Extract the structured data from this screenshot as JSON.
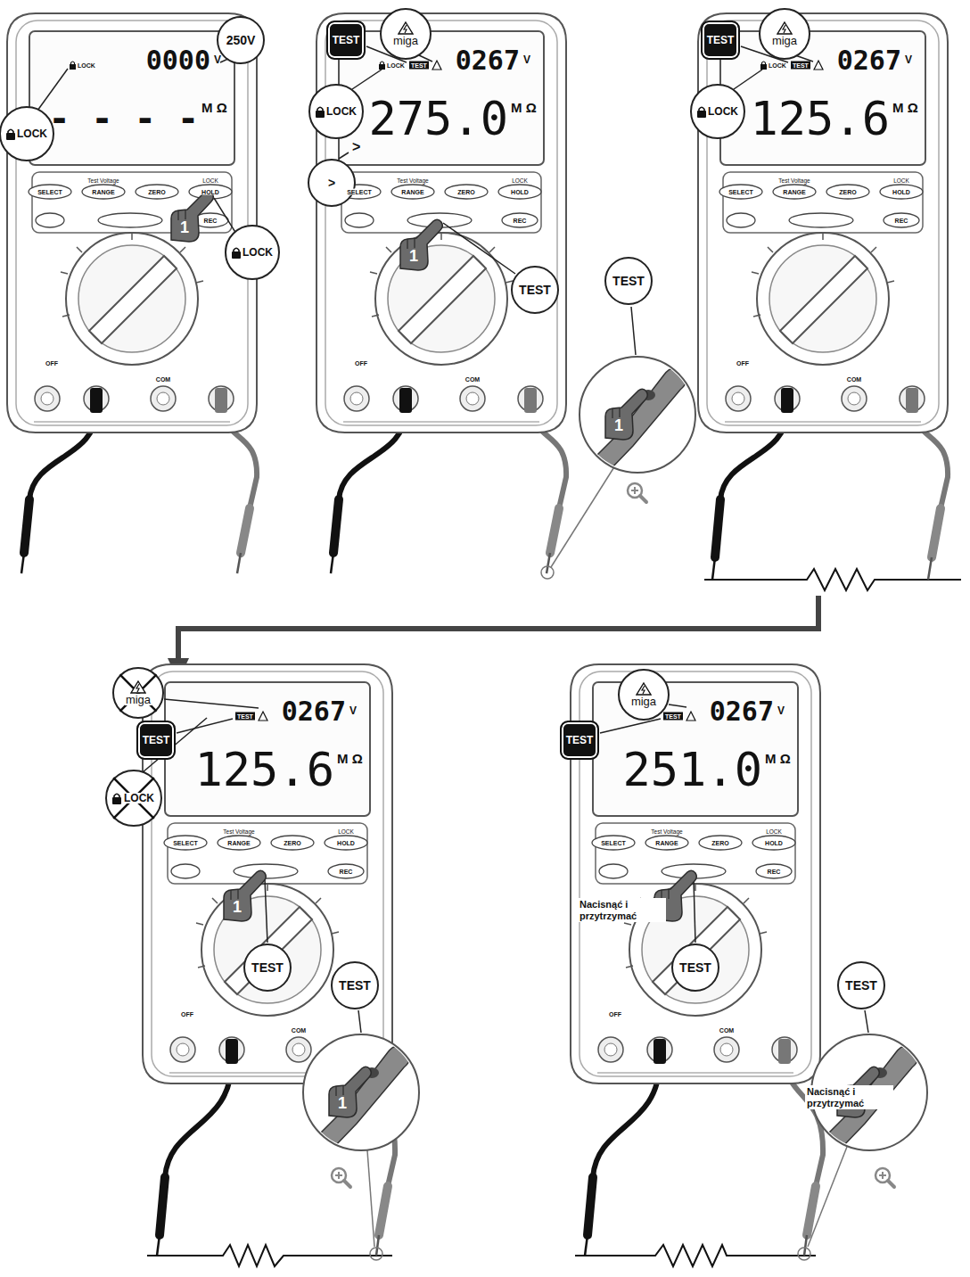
{
  "diagram": {
    "nodes": [
      {
        "text": [
          "250V"
        ]
      },
      {
        "text": [
          "LOCK"
        ]
      },
      {
        "text": [
          "LOCK"
        ]
      },
      {
        "text": [
          "TEST"
        ]
      },
      {
        "text": [
          "miga"
        ]
      },
      {
        "text": [
          "LOCK"
        ]
      },
      {
        "text": [
          ">"
        ]
      },
      {
        "text": [
          "TEST"
        ]
      },
      {
        "text": [
          "TEST"
        ]
      },
      {
        "text": [
          "TEST"
        ]
      },
      {
        "text": [
          "miga"
        ]
      },
      {
        "text": [
          "LOCK"
        ]
      },
      {
        "text": [
          "TEST"
        ]
      },
      {
        "text": [
          "miga"
        ]
      },
      {
        "text": [
          "LOCK"
        ]
      },
      {
        "text": [
          "TEST"
        ]
      },
      {
        "text": [
          "TEST"
        ]
      },
      {
        "text": [
          "TEST"
        ]
      },
      {
        "text": [
          "miga"
        ]
      },
      {
        "text": [
          "TEST"
        ]
      },
      {
        "text": [
          "TEST"
        ]
      }
    ],
    "labels": [
      "0000",
      "V",
      "LOCK",
      "- - - -",
      "M Ω",
      "Test Voltage",
      "SELECT",
      "RANGE",
      "ZERO",
      "LOCK",
      "HOLD",
      "REC",
      "OFF",
      "COM",
      "1",
      "0267",
      "V",
      "LOCK",
      "TEST",
      ">",
      "275.0",
      "M Ω",
      "Test Voltage",
      "SELECT",
      "RANGE",
      "ZERO",
      "LOCK",
      "HOLD",
      "REC",
      "OFF",
      "COM",
      "1",
      "1",
      "0267",
      "V",
      "LOCK",
      "TEST",
      "125.6",
      "M Ω",
      "Test Voltage",
      "SELECT",
      "RANGE",
      "ZERO",
      "LOCK",
      "HOLD",
      "REC",
      "OFF",
      "COM",
      "0267",
      "V",
      "TEST",
      "125.6",
      "M Ω",
      "Test Voltage",
      "SELECT",
      "RANGE",
      "ZERO",
      "LOCK",
      "HOLD",
      "REC",
      "OFF",
      "COM",
      "1",
      "1",
      "0267",
      "V",
      "TEST",
      "251.0",
      "M Ω",
      "Test Voltage",
      "SELECT",
      "RANGE",
      "ZERO",
      "LOCK",
      "HOLD",
      "REC",
      "OFF",
      "COM",
      "Nacisnąć i przytrzymać",
      "Nacisnąć i przytrzymać"
    ]
  }
}
